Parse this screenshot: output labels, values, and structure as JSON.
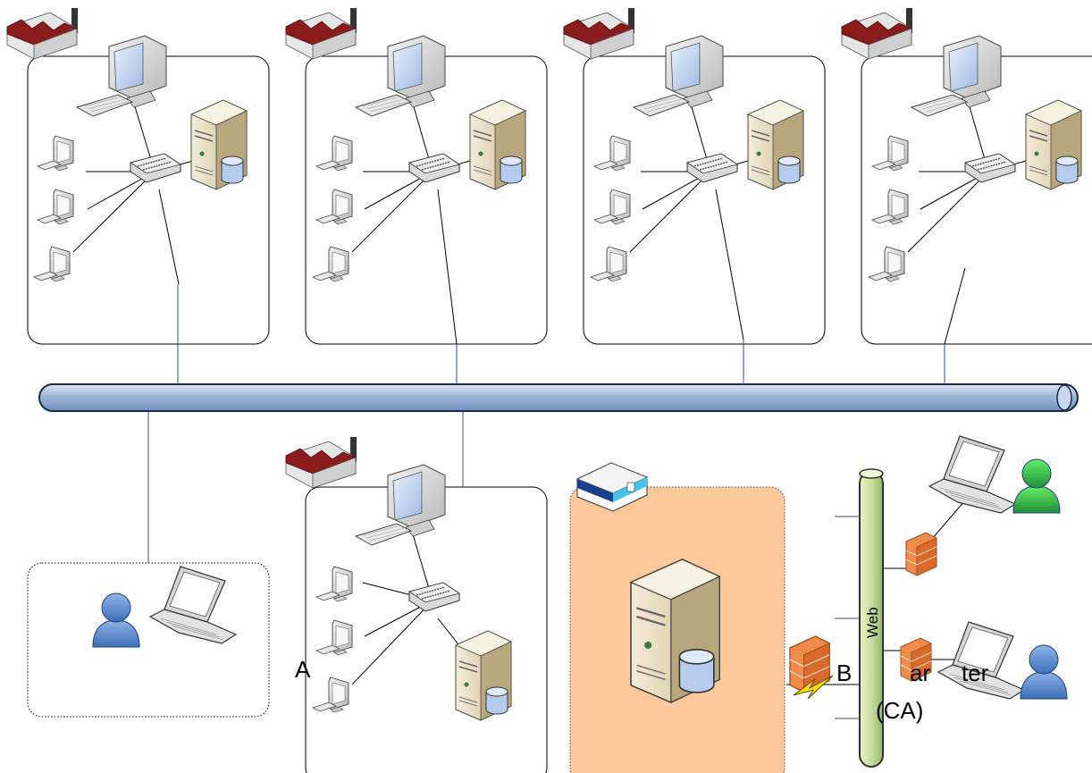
{
  "labels": {
    "web": "Web",
    "partial_a": "A",
    "provider_line1": "B",
    "provider_overlap": "ar",
    "provider_tail": "ter",
    "provider_line2": "(CA)"
  }
}
